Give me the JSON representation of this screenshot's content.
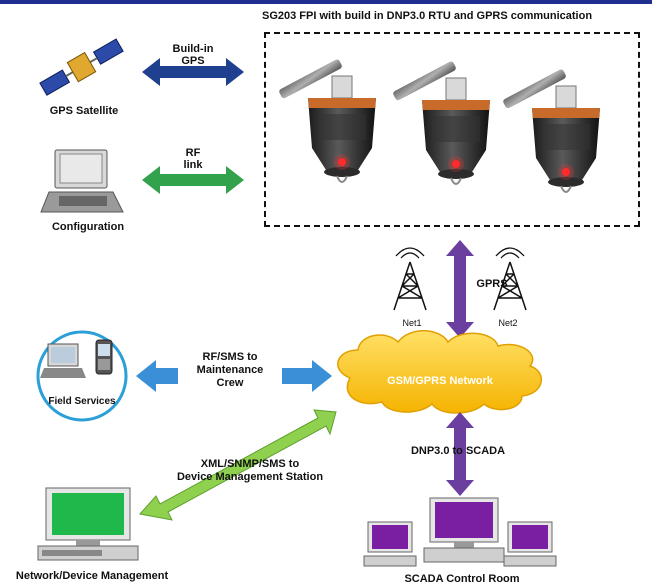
{
  "title": "SG203 FPI with build in DNP3.0 RTU and GPRS communication",
  "labels": {
    "gps_link": [
      "Build-in",
      "GPS"
    ],
    "gps_satellite": "GPS Satellite",
    "rf_link": [
      "RF",
      "link"
    ],
    "configuration": "Configuration",
    "gprs": "GPRS",
    "net1": "Net1",
    "net2": "Net2",
    "rf_sms": [
      "RF/SMS to",
      "Maintenance",
      "Crew"
    ],
    "field_services": "Field Services",
    "network_cloud": "GSM/GPRS Network",
    "xml_link": [
      "XML/SNMP/SMS to",
      "Device Management Station"
    ],
    "dnp_link": "DNP3.0 to SCADA",
    "network_device_mgmt": "Network/Device Management",
    "scada_room": "SCADA Control Room"
  },
  "colors": {
    "blue_arrow": "#1f3f8f",
    "green_arrow": "#33a24c",
    "light_blue_arrow": "#3b8fd6",
    "purple_arrow": "#6b3fa0",
    "cloud": "#f7c21a",
    "light_green_arrow": "#8fd14f",
    "screen_green": "#1fb84a",
    "screen_purple": "#7a1fa2"
  },
  "icons": {
    "satellite": "satellite-icon",
    "laptop": "laptop-icon",
    "fpi": "fault-indicator-icon",
    "tower": "radio-tower-icon",
    "phone": "mobile-phone-icon",
    "monitor": "monitor-icon"
  }
}
